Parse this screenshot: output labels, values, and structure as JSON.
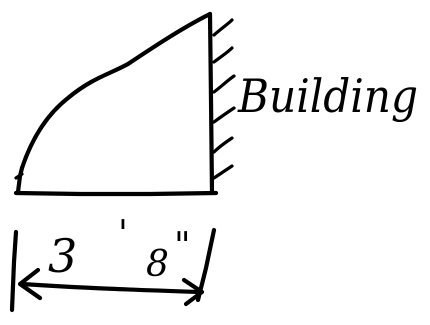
{
  "diagram": {
    "wall_label": "Building",
    "dimension": {
      "feet": "3",
      "feet_mark": "'",
      "inches": "8",
      "inches_mark": "\""
    }
  }
}
